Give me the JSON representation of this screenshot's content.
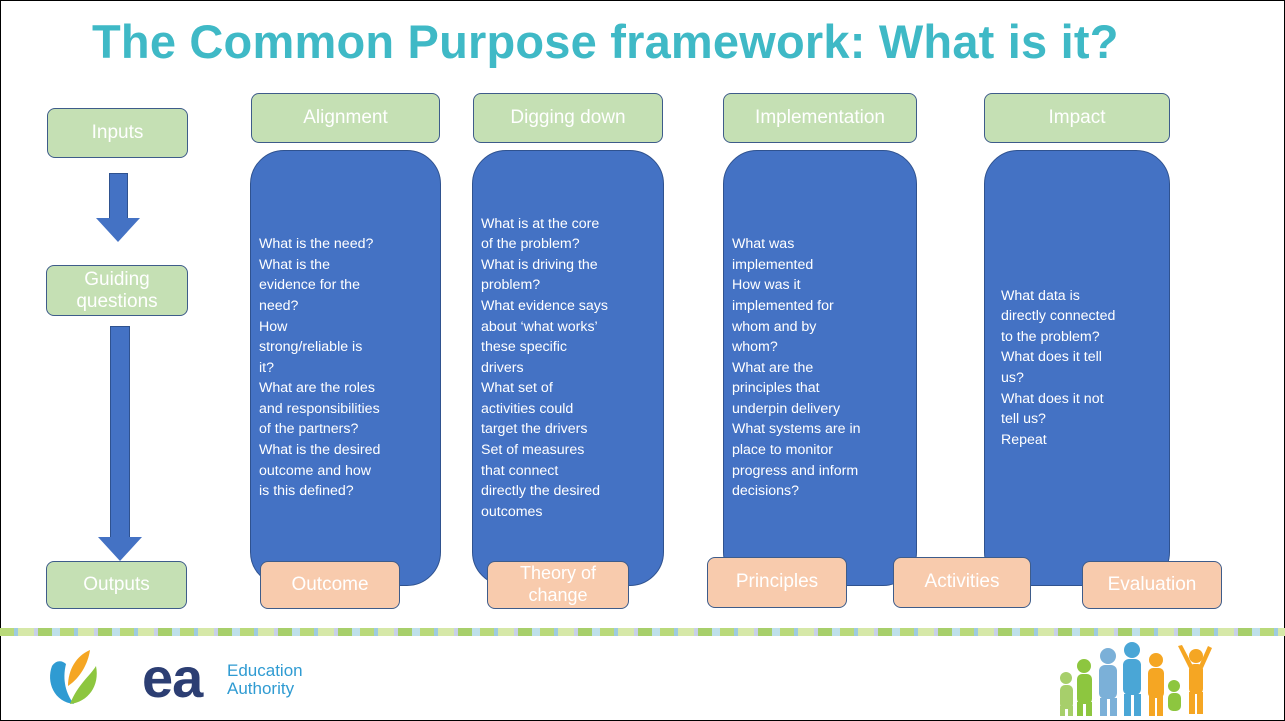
{
  "title": "The Common Purpose framework: What is it?",
  "left_column": {
    "inputs": "Inputs",
    "guiding_questions": "Guiding questions",
    "outputs": "Outputs"
  },
  "headers": [
    "Alignment",
    "Digging down",
    "Implementation",
    "Impact"
  ],
  "pillars": {
    "alignment": [
      "What is the need?",
      "What is the",
      "evidence for the",
      "need?",
      "How",
      "strong/reliable is",
      "it?",
      "What are the roles",
      "and responsibilities",
      "of the partners?",
      "What is the desired",
      "outcome and how",
      "is this defined?"
    ],
    "digging_down": [
      "What is at the core",
      "of the problem?",
      "What is driving the",
      "problem?",
      "What evidence says",
      "about ‘what works’",
      "these specific",
      "drivers",
      "What set of",
      "activities could",
      "target the drivers",
      "Set of measures",
      "that connect",
      "directly the desired",
      "outcomes"
    ],
    "implementation": [
      "What was",
      "implemented",
      "How was it",
      "implemented for",
      "whom and by",
      "whom?",
      "What are the",
      "principles that",
      "underpin delivery",
      "What systems are in",
      "place to monitor",
      "progress and inform",
      "decisions?"
    ],
    "impact": [
      "What data is",
      "directly connected",
      "to the problem?",
      "What does it tell",
      "us?",
      "What does it not",
      "tell us?",
      "Repeat"
    ]
  },
  "outputs": {
    "outcome": "Outcome",
    "theory_of_change": "Theory of change",
    "principles": "Principles",
    "activities": "Activities",
    "evaluation": "Evaluation"
  },
  "logo": {
    "ea": "ea",
    "line1": "Education",
    "line2": "Authority"
  },
  "colors": {
    "title": "#3fb9c6",
    "green_box": "#c5e0b4",
    "peach_box": "#f8cbad",
    "blue_pillar": "#4472c4",
    "outline": "#3e5c8a"
  }
}
